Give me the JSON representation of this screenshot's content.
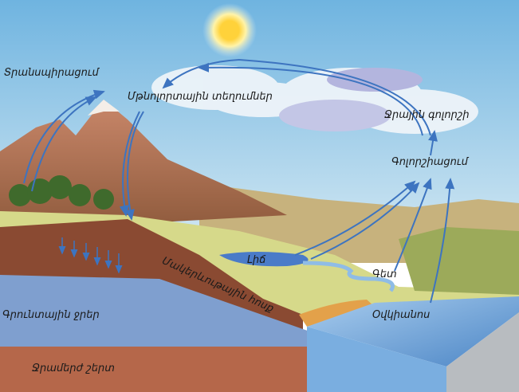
{
  "title": "Water cycle",
  "labels": {
    "transpiration": "Տրանսպիրացում",
    "precipitation": "Մթնոլորտային տեղումներ",
    "water_vapor": "Ջրային գոլորշի",
    "evaporation": "Գոլորշիացում",
    "lake": "Լիճ",
    "surface_runoff": "Մակերևութային հոսք",
    "river": "Գետ",
    "ocean": "Օվկիանոս",
    "groundwater": "Գրունտային ջրեր",
    "impermeable_layer": "Ջրամերժ շերտ"
  },
  "colors": {
    "sky": "#8fc6e6",
    "arrow": "#3d74c0",
    "soil": "#8a4a32",
    "groundwater": "#7f9fcf",
    "ocean": "#6fa3d6",
    "grass": "#d6d98a"
  }
}
